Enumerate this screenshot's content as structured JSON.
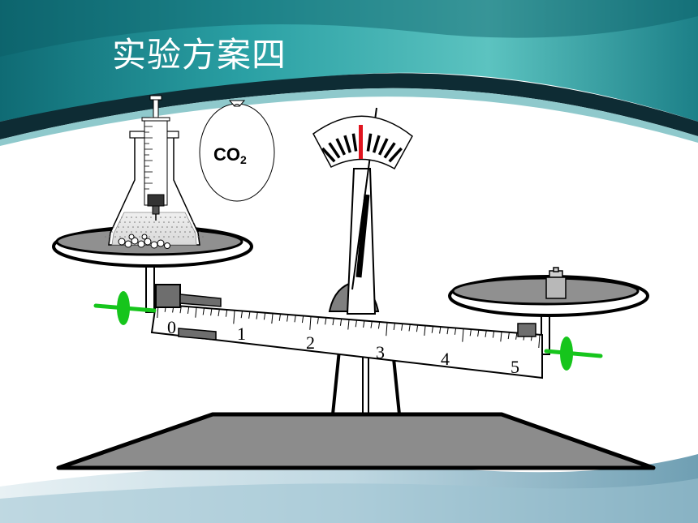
{
  "slide": {
    "title": "实验方案四"
  },
  "balloon": {
    "formula": "CO",
    "subscript": "2"
  },
  "beam_scale": {
    "numbers": [
      "0",
      "1",
      "2",
      "3",
      "4",
      "5"
    ]
  },
  "colors": {
    "teal_header": "#1e8e94",
    "dark_band": "#0e2c34",
    "pan_fill": "#909090",
    "base_fill": "#8c8c8c",
    "adjust_screw": "#16c51c",
    "indicator": "#e0141e"
  }
}
